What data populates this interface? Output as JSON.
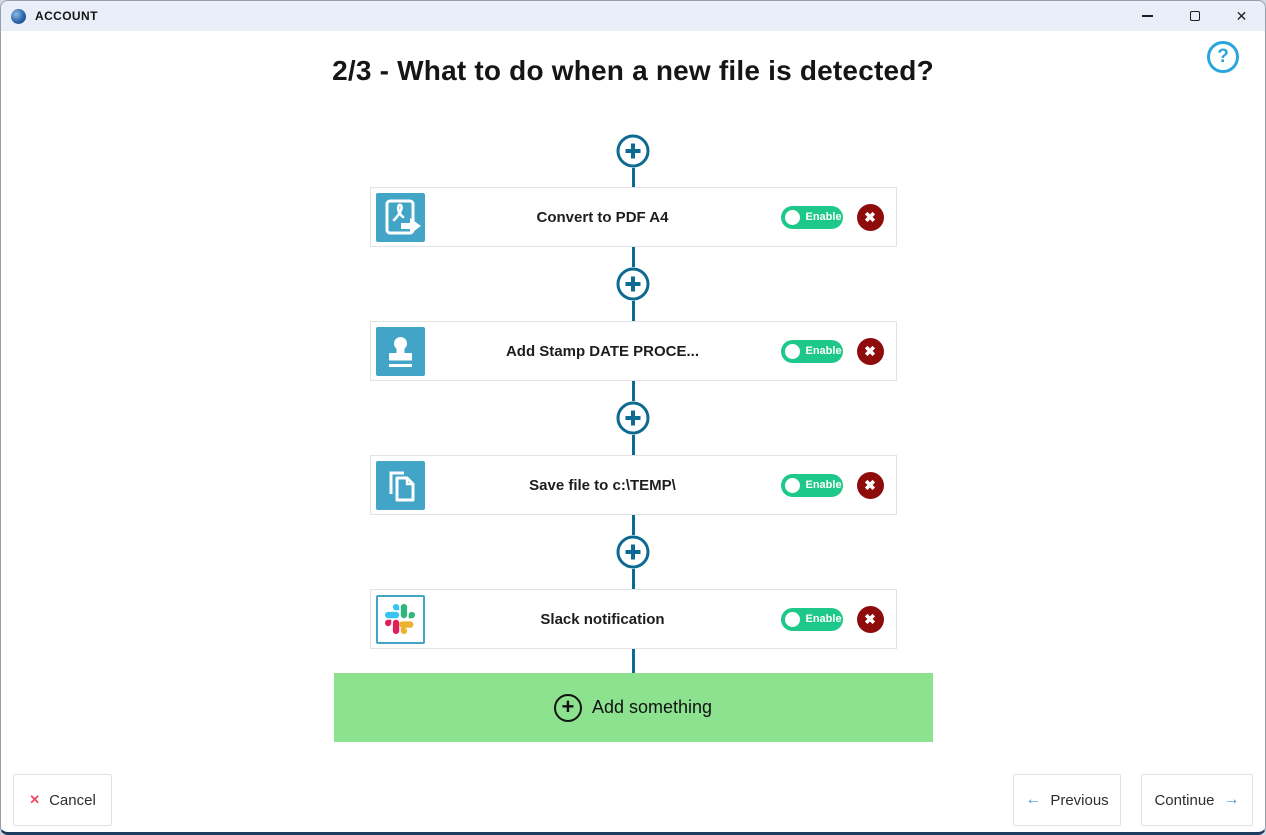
{
  "window": {
    "title": "ACCOUNT"
  },
  "header": {
    "title": "2/3 - What to do when a new file is detected?"
  },
  "icons": {
    "help": "?",
    "minimize": "─",
    "close": "✕",
    "delete_x": "✖",
    "add_plus": "+",
    "cancel_x": "✕",
    "arrow_left": "←",
    "arrow_right": "→"
  },
  "steps": [
    {
      "title": "Convert to PDF A4",
      "toggle_label": "Enable",
      "icon": "pdf-icon",
      "enabled": true
    },
    {
      "title": "Add Stamp DATE PROCE...",
      "toggle_label": "Enable",
      "icon": "stamp-icon",
      "enabled": true
    },
    {
      "title": "Save file to c:\\TEMP\\",
      "toggle_label": "Enable",
      "icon": "copy-icon",
      "enabled": true
    },
    {
      "title": "Slack notification",
      "toggle_label": "Enable",
      "icon": "slack-icon",
      "enabled": true
    }
  ],
  "add_button": {
    "label": "Add something"
  },
  "footer": {
    "cancel": "Cancel",
    "previous": "Previous",
    "continue": "Continue"
  },
  "colors": {
    "titlebar_bg": "#e9eef8",
    "icon_teal": "#42a5c8",
    "connector_teal": "#0d6a90",
    "toggle_green": "#1ec78a",
    "delete_red": "#8e0c0c",
    "add_green": "#8ce28f",
    "help_blue": "#2aa6dc",
    "slack_blue": "#36c5f0",
    "slack_green": "#2eb67d",
    "slack_yellow": "#ecb22e",
    "slack_red": "#e01e5a",
    "window_border_bottom": "#1c3c5e"
  }
}
